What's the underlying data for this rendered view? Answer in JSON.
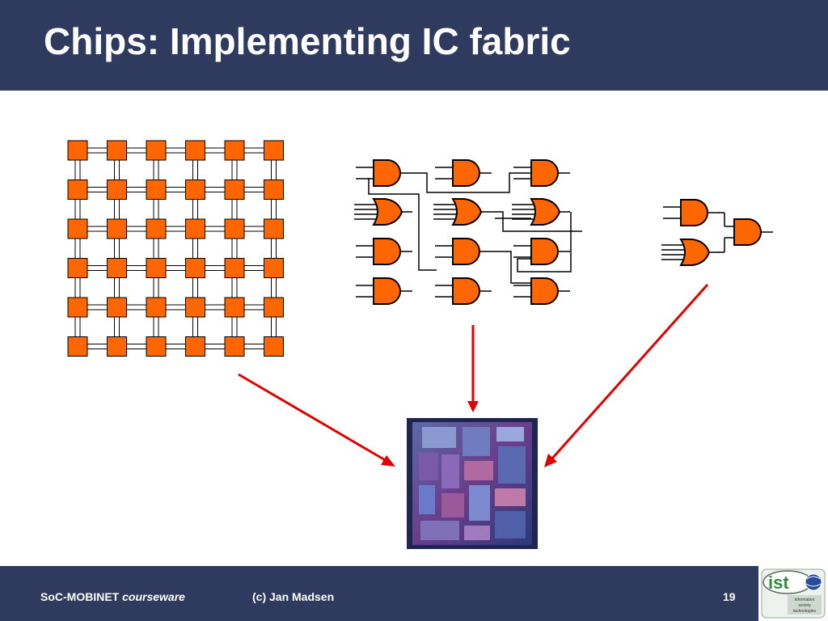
{
  "slide": {
    "title": "Chips: Implementing IC fabric"
  },
  "footer": {
    "course": "SoC-MOBINET",
    "course_emphasis": "courseware",
    "author": "(c) Jan Madsen",
    "page_number": "19"
  },
  "logo": {
    "wordmark": "ist",
    "tagline": [
      "information",
      "society",
      "technologies"
    ]
  },
  "colors": {
    "header_bg": "#2e3a5e",
    "accent_orange": "#ff6600",
    "arrow_red": "#e00000"
  },
  "icons": {
    "fpga_grid": "fpga-grid-icon",
    "gate_array": "logic-gates-icon",
    "gate_circuit": "gate-circuit-icon",
    "chip": "chip-die-icon"
  }
}
